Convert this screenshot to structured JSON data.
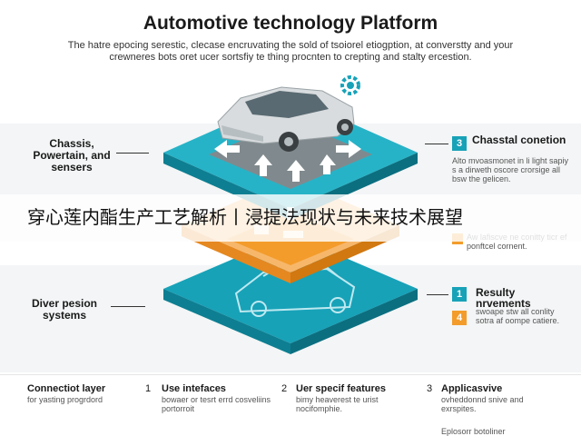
{
  "title": "Automotive technology Platform",
  "subtitle": "The hatre epocing serestic, clecase encruvating the sold of tsoiorel etiogption, at converstty and your crewneres bots oret ucer sortsfiy te thing procnten to crepting and stalty ercestion.",
  "left_labels": {
    "top": "Chassis, Powertain, and sensers",
    "middle": "Diver pesion systems"
  },
  "right_items": [
    {
      "num": "3",
      "color": "#17a2b8",
      "heading": "Chasstal conetion",
      "body": "Alto mvoasmonet in li light sapiy s a dirweth oscore crorsige all bsw the gelicen."
    },
    {
      "num": "",
      "color": "#f39c2b",
      "heading": "",
      "body": "Aw lafiscve ne conitty ticr ef ponftcel cornent."
    },
    {
      "num": "1",
      "color": "#17a2b8",
      "heading": "Resulty nrvements",
      "body": "swoape stw all conlity sotra af oompe catiere."
    },
    {
      "num": "4",
      "color": "#f39c2b",
      "heading": "",
      "body": ""
    }
  ],
  "banner": "穿心莲内酯生产工艺解析丨浸提法现状与未来技术展望",
  "bottom_items": [
    {
      "num": "",
      "heading": "Connectiot layer",
      "body": "for yasting progrdord"
    },
    {
      "num": "1",
      "heading": "Use intefaces",
      "body": "bowaer or tesrt errd cosveliins portorroit"
    },
    {
      "num": "2",
      "heading": "Uer specif features",
      "body": "bimy heaverest te urist nocifomphie."
    },
    {
      "num": "3",
      "heading": "Applicasvive",
      "body": "ovheddonnd snive and exrspites."
    }
  ],
  "footnote": "Eplosorr botoliner",
  "colors": {
    "teal": "#17a2b8",
    "orange": "#f39c2b",
    "dark_teal": "#0e7f92"
  }
}
